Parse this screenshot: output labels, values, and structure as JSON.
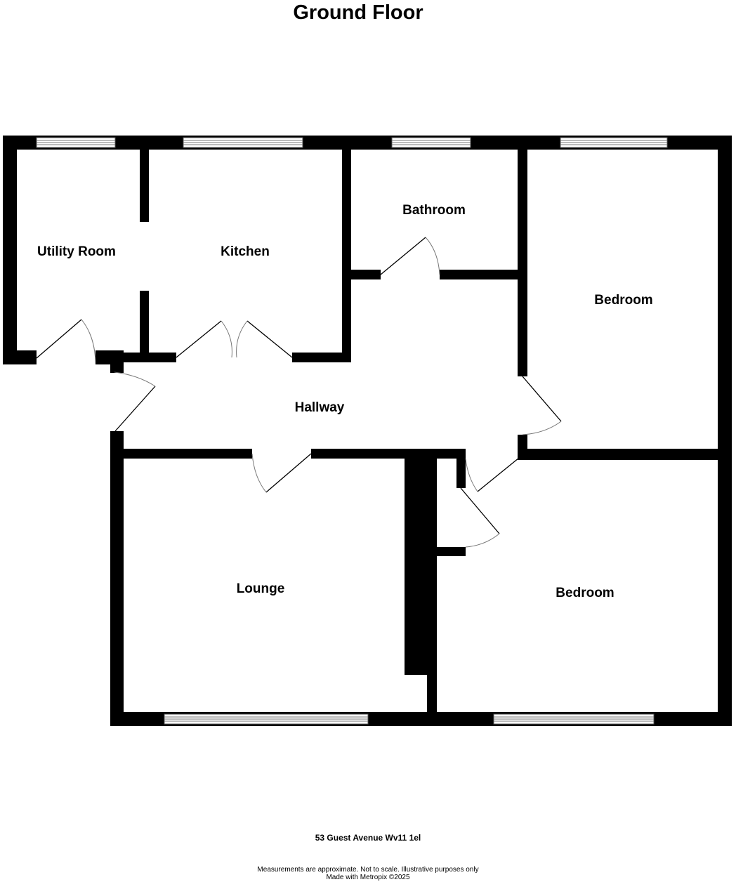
{
  "floor_title": "Ground Floor",
  "rooms": {
    "utility": "Utility Room",
    "kitchen": "Kitchen",
    "bathroom": "Bathroom",
    "bedroom_1": "Bedroom",
    "hallway": "Hallway",
    "lounge": "Lounge",
    "bedroom_2": "Bedroom"
  },
  "address": "53 Guest Avenue Wv11 1el",
  "disclaimer": {
    "line1": "Measurements are approximate.  Not to scale.  Illustrative purposes only",
    "line2": "Made with Metropix ©2025"
  }
}
